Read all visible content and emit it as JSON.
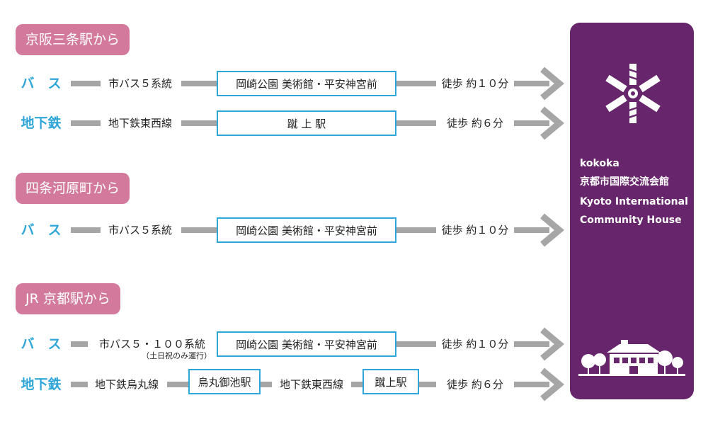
{
  "sections": [
    {
      "origin": "京阪三条駅から",
      "routes": [
        {
          "mode": "バ　ス",
          "line": "市バス５系統",
          "stops": [
            "岡崎公園  美術館・平安神宮前"
          ],
          "walk": "徒歩 約１０分"
        },
        {
          "mode": "地下鉄",
          "line": "地下鉄東西線",
          "stops": [
            "蹴 上 駅"
          ],
          "walk": "徒歩 約６分"
        }
      ]
    },
    {
      "origin": "四条河原町から",
      "routes": [
        {
          "mode": "バ　ス",
          "line": "市バス５系統",
          "stops": [
            "岡崎公園  美術館・平安神宮前"
          ],
          "walk": "徒歩 約１０分"
        }
      ]
    },
    {
      "origin": "JR 京都駅から",
      "routes": [
        {
          "mode": "バ　ス",
          "line": "市バス５・１００系統",
          "line_note": "（土日祝のみ運行）",
          "stops": [
            "岡崎公園  美術館・平安神宮前"
          ],
          "walk": "徒歩 約１０分"
        },
        {
          "mode": "地下鉄",
          "line": "地下鉄烏丸線",
          "stops": [
            "烏丸御池駅",
            "蹴上駅"
          ],
          "transfer_line": "地下鉄東西線",
          "walk": "徒歩 約６分"
        }
      ]
    }
  ],
  "destination": {
    "lines": [
      "kokoka",
      "京都市国際交流会館",
      "Kyoto International",
      "Community House"
    ],
    "logo_icon": "kokoka-snowflake-logo-icon",
    "illustration_icon": "building-with-trees-icon"
  },
  "colors": {
    "origin_badge": "#d2799c",
    "mode_text": "#2fa6d8",
    "stop_border": "#2fa6d8",
    "connector": "#a6a6a6",
    "destination_panel": "#67256b"
  }
}
